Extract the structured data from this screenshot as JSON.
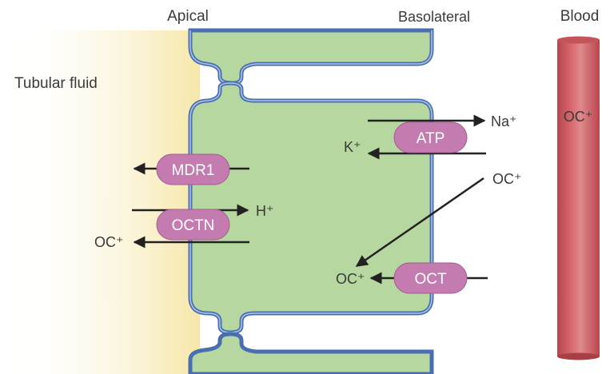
{
  "header": {
    "apical": "Apical",
    "basolateral": "Basolateral",
    "blood": "Blood"
  },
  "regions": {
    "tubular_fluid": "Tubular fluid",
    "blood_vessel_ion": "OC⁺"
  },
  "transporters": {
    "mdr1": "MDR1",
    "octn": "OCTN",
    "atp": "ATP",
    "oct": "OCT"
  },
  "ions": {
    "octn_h": "H⁺",
    "octn_oc": "OC⁺",
    "atp_na": "Na⁺",
    "atp_k": "K⁺",
    "oct_top": "OC⁺",
    "oct_left": "OC⁺"
  },
  "colors": {
    "cell_fill": "#b7d7a0",
    "membrane": "#4a6fb0",
    "membrane_inner": "#a9c4ea",
    "transporter": "#c47bb0",
    "vessel": "#cf5c62",
    "lumen_gradient": "#f6e7a8",
    "arrow": "#222222"
  }
}
